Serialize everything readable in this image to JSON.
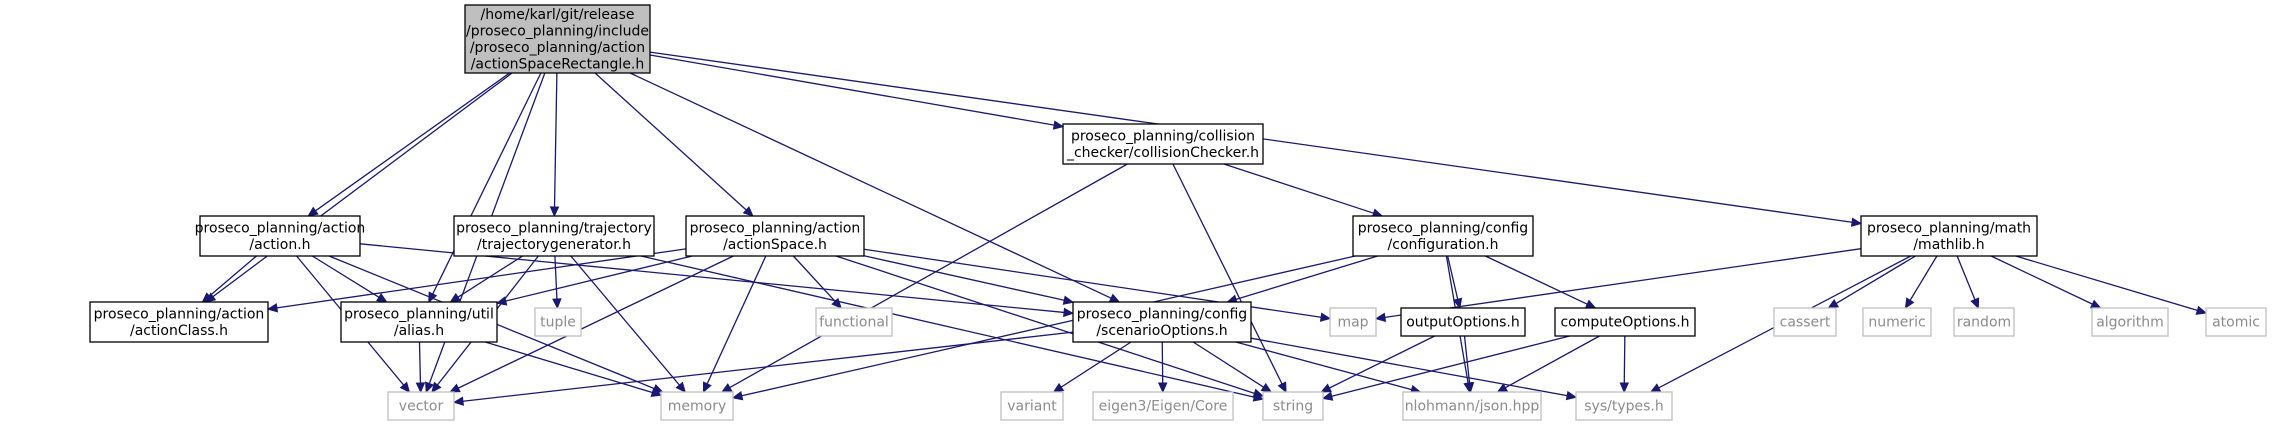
{
  "colors": {
    "edge": "#191970",
    "root_fill": "#bfbfbf",
    "root_stroke": "#000000",
    "node_fill": "#ffffff",
    "node_stroke": "#000000",
    "system_stroke": "#bfbfbf",
    "system_text": "#8c8c8c"
  },
  "nodes": [
    {
      "id": "root",
      "kind": "root",
      "lines": [
        "/home/karl/git/release",
        "/proseco_planning/include",
        "/proseco_planning/action",
        "/actionSpaceRectangle.h"
      ]
    },
    {
      "id": "collision",
      "kind": "file",
      "lines": [
        "proseco_planning/collision",
        "_checker/collisionChecker.h"
      ]
    },
    {
      "id": "action_h",
      "kind": "file",
      "lines": [
        "proseco_planning/action",
        "/action.h"
      ]
    },
    {
      "id": "trajgen",
      "kind": "file",
      "lines": [
        "proseco_planning/trajectory",
        "/trajectorygenerator.h"
      ]
    },
    {
      "id": "actionspace",
      "kind": "file",
      "lines": [
        "proseco_planning/action",
        "/actionSpace.h"
      ]
    },
    {
      "id": "configuration",
      "kind": "file",
      "lines": [
        "proseco_planning/config",
        "/configuration.h"
      ]
    },
    {
      "id": "mathlib",
      "kind": "file",
      "lines": [
        "proseco_planning/math",
        "/mathlib.h"
      ]
    },
    {
      "id": "actionclass",
      "kind": "file",
      "lines": [
        "proseco_planning/action",
        "/actionClass.h"
      ]
    },
    {
      "id": "alias",
      "kind": "file",
      "lines": [
        "proseco_planning/util",
        "/alias.h"
      ]
    },
    {
      "id": "tuple",
      "kind": "system",
      "lines": [
        "tuple"
      ]
    },
    {
      "id": "functional",
      "kind": "system",
      "lines": [
        "functional"
      ]
    },
    {
      "id": "scenario",
      "kind": "file",
      "lines": [
        "proseco_planning/config",
        "/scenarioOptions.h"
      ]
    },
    {
      "id": "map",
      "kind": "system",
      "lines": [
        "map"
      ]
    },
    {
      "id": "outputopts",
      "kind": "file",
      "lines": [
        "outputOptions.h"
      ]
    },
    {
      "id": "computeopts",
      "kind": "file",
      "lines": [
        "computeOptions.h"
      ]
    },
    {
      "id": "cassert",
      "kind": "system",
      "lines": [
        "cassert"
      ]
    },
    {
      "id": "numeric",
      "kind": "system",
      "lines": [
        "numeric"
      ]
    },
    {
      "id": "random",
      "kind": "system",
      "lines": [
        "random"
      ]
    },
    {
      "id": "algorithm",
      "kind": "system",
      "lines": [
        "algorithm"
      ]
    },
    {
      "id": "atomic",
      "kind": "system",
      "lines": [
        "atomic"
      ]
    },
    {
      "id": "vector",
      "kind": "system",
      "lines": [
        "vector"
      ]
    },
    {
      "id": "memory",
      "kind": "system",
      "lines": [
        "memory"
      ]
    },
    {
      "id": "variant",
      "kind": "system",
      "lines": [
        "variant"
      ]
    },
    {
      "id": "eigen",
      "kind": "system",
      "lines": [
        "eigen3/Eigen/Core"
      ]
    },
    {
      "id": "string",
      "kind": "system",
      "lines": [
        "string"
      ]
    },
    {
      "id": "json",
      "kind": "system",
      "lines": [
        "nlohmann/json.hpp"
      ]
    },
    {
      "id": "systypes",
      "kind": "system",
      "lines": [
        "sys/types.h"
      ]
    }
  ],
  "edges": [
    [
      "root",
      "collision"
    ],
    [
      "root",
      "action_h"
    ],
    [
      "root",
      "trajgen"
    ],
    [
      "root",
      "actionspace"
    ],
    [
      "root",
      "mathlib"
    ],
    [
      "root",
      "actionclass"
    ],
    [
      "root",
      "alias"
    ],
    [
      "root",
      "scenario"
    ],
    [
      "root",
      "vector"
    ],
    [
      "collision",
      "configuration"
    ],
    [
      "collision",
      "memory"
    ],
    [
      "collision",
      "string"
    ],
    [
      "action_h",
      "actionclass"
    ],
    [
      "action_h",
      "alias"
    ],
    [
      "action_h",
      "scenario"
    ],
    [
      "action_h",
      "vector"
    ],
    [
      "action_h",
      "memory"
    ],
    [
      "trajgen",
      "alias"
    ],
    [
      "trajgen",
      "tuple"
    ],
    [
      "trajgen",
      "vector"
    ],
    [
      "trajgen",
      "memory"
    ],
    [
      "trajgen",
      "string"
    ],
    [
      "actionspace",
      "actionclass"
    ],
    [
      "actionspace",
      "alias"
    ],
    [
      "actionspace",
      "functional"
    ],
    [
      "actionspace",
      "scenario"
    ],
    [
      "actionspace",
      "map"
    ],
    [
      "actionspace",
      "vector"
    ],
    [
      "actionspace",
      "memory"
    ],
    [
      "actionspace",
      "string"
    ],
    [
      "configuration",
      "scenario"
    ],
    [
      "configuration",
      "outputopts"
    ],
    [
      "configuration",
      "computeopts"
    ],
    [
      "configuration",
      "memory"
    ],
    [
      "configuration",
      "json"
    ],
    [
      "mathlib",
      "map"
    ],
    [
      "mathlib",
      "cassert"
    ],
    [
      "mathlib",
      "numeric"
    ],
    [
      "mathlib",
      "random"
    ],
    [
      "mathlib",
      "algorithm"
    ],
    [
      "mathlib",
      "atomic"
    ],
    [
      "mathlib",
      "systypes"
    ],
    [
      "alias",
      "vector"
    ],
    [
      "alias",
      "memory"
    ],
    [
      "scenario",
      "vector"
    ],
    [
      "scenario",
      "variant"
    ],
    [
      "scenario",
      "eigen"
    ],
    [
      "scenario",
      "string"
    ],
    [
      "scenario",
      "json"
    ],
    [
      "scenario",
      "systypes"
    ],
    [
      "outputopts",
      "string"
    ],
    [
      "outputopts",
      "json"
    ],
    [
      "computeopts",
      "string"
    ],
    [
      "computeopts",
      "json"
    ],
    [
      "computeopts",
      "systypes"
    ]
  ]
}
